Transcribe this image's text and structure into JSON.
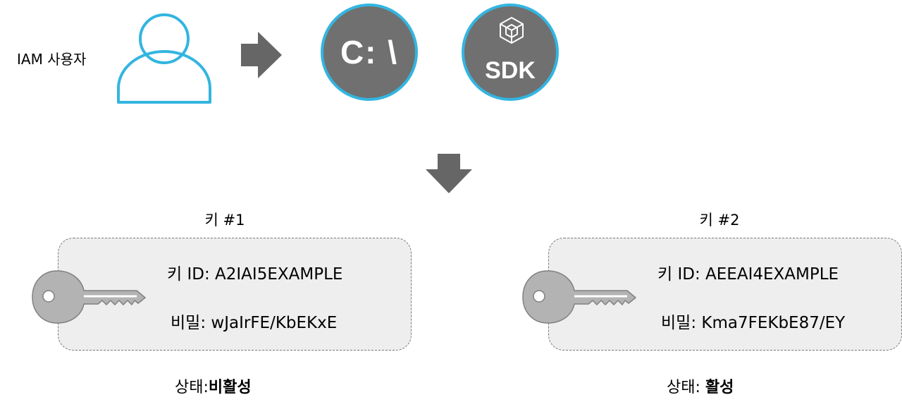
{
  "user": {
    "label": "IAM 사용자"
  },
  "tools": {
    "cli_label": "C: \\",
    "sdk_label": "SDK"
  },
  "keys": [
    {
      "title": "키 #1",
      "id_label": "키 ID:",
      "id_value": "A2IAI5EXAMPLE",
      "secret_label": "비밀:",
      "secret_value": "wJaIrFE/KbEKxE",
      "status_label": "상태:",
      "status_value": "비활성"
    },
    {
      "title": "키 #2",
      "id_label": "키 ID:",
      "id_value": "AEEAI4EXAMPLE",
      "secret_label": "비밀:",
      "secret_value": "Kma7FEKbE87/EY",
      "status_label": "상태:",
      "status_value": "활성"
    }
  ],
  "colors": {
    "accent": "#33b5e0",
    "circle_fill": "#707070",
    "arrow": "#666666",
    "key_fill": "#b3b3b3",
    "card_fill": "#eeeeee"
  }
}
